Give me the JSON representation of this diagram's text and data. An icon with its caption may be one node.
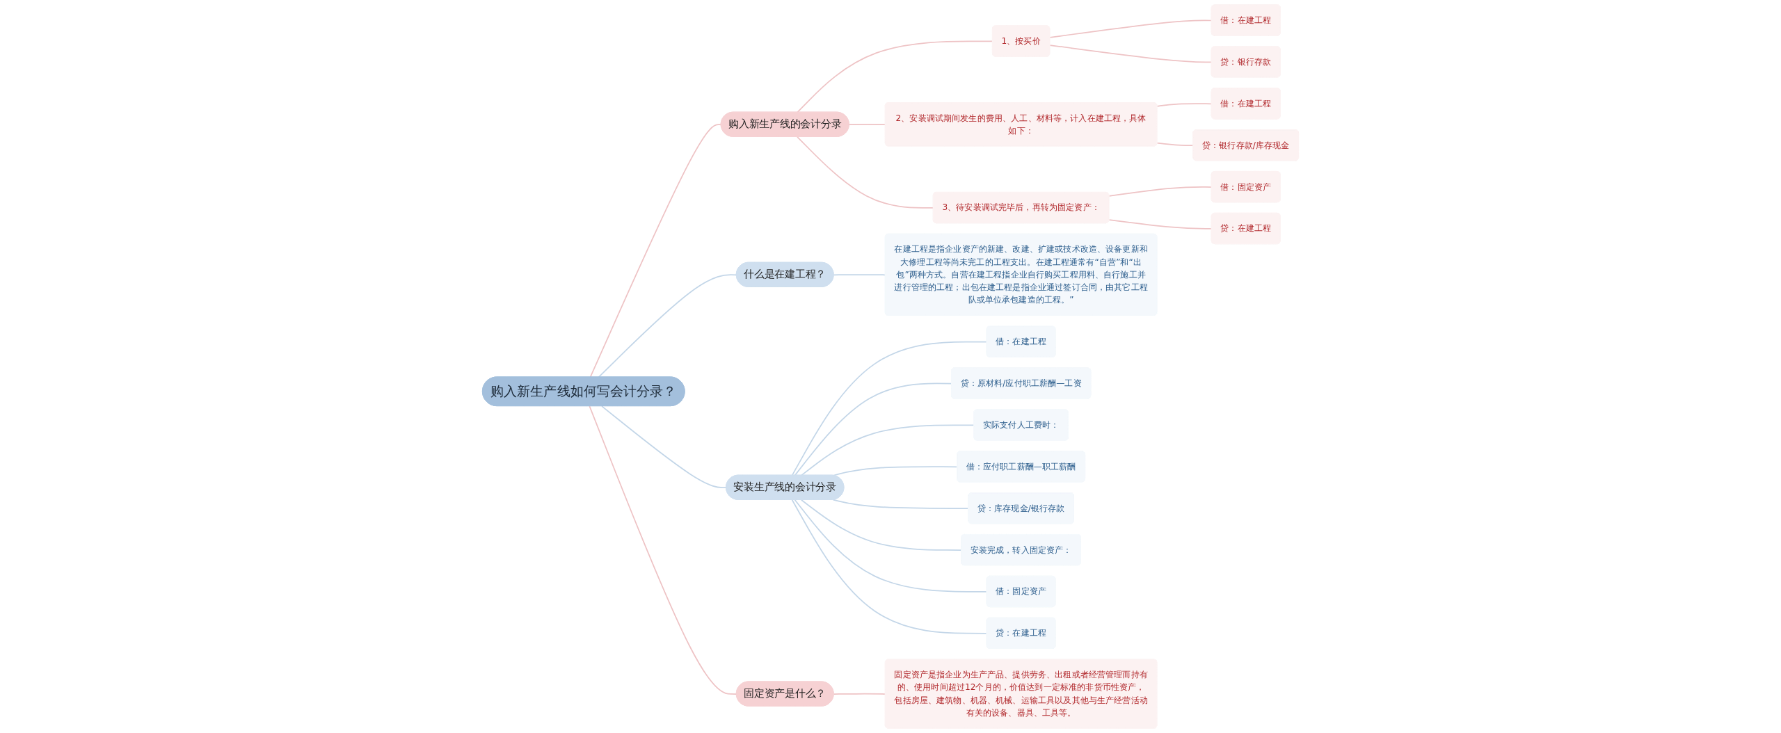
{
  "diagram": {
    "nodes": [
      {
        "text": [
          "购入新生产线如何写会计分录？"
        ]
      },
      {
        "text": [
          "购入新生产线的会计分录"
        ]
      },
      {
        "text": [
          "1、按买价"
        ]
      },
      {
        "text": [
          "借：在建工程"
        ]
      },
      {
        "text": [
          "贷：银行存款"
        ]
      },
      {
        "text": [
          "2、安装调试期间发生的费用、人工、材料等，计入在建工程，具体如下："
        ]
      },
      {
        "text": [
          "借：在建工程"
        ]
      },
      {
        "text": [
          "贷：银行存款/库存现金"
        ]
      },
      {
        "text": [
          "3、待安装调试完毕后，再转为固定资产："
        ]
      },
      {
        "text": [
          "借：固定资产"
        ]
      },
      {
        "text": [
          "贷：在建工程"
        ]
      },
      {
        "text": [
          "什么是在建工程？"
        ]
      },
      {
        "text": [
          "在建工程是指企业资产的新建、改建、扩建或技术改造、设备更新和大修理工程等尚未完工的工程支出。在建工程通常有“自营”和“出包”两种方式。自营在建工程指企业自行购买工程用料、自行施工并进行管理的工程；出包在建工程是指企业通过签订合同，由其它工程队或单位承包建造的工程。”"
        ]
      },
      {
        "text": [
          "安装生产线的会计分录"
        ]
      },
      {
        "text": [
          "借：在建工程"
        ]
      },
      {
        "text": [
          "贷：原材料/应付职工薪酬—工资"
        ]
      },
      {
        "text": [
          "实际支付人工费时："
        ]
      },
      {
        "text": [
          "借：应付职工薪酬—职工薪酬"
        ]
      },
      {
        "text": [
          "贷：库存现金/银行存款"
        ]
      },
      {
        "text": [
          "安装完成，转入固定资产："
        ]
      },
      {
        "text": [
          "借：固定资产"
        ]
      },
      {
        "text": [
          "贷：在建工程"
        ]
      },
      {
        "text": [
          "固定资产是什么？"
        ]
      },
      {
        "text": [
          "固定资产是指企业为生产产品、提供劳务、出租或者经营管理而持有的、使用时间超过12个月的，价值达到一定标准的非货币性资产，包括房屋、建筑物、机器、机械、运输工具以及其他与生产经营活动有关的设备、器具、工具等。"
        ]
      }
    ],
    "edges": [
      {
        "from": 0,
        "to": 1,
        "arrow": "none"
      },
      {
        "from": 1,
        "to": 2,
        "arrow": "none"
      },
      {
        "from": 2,
        "to": 3,
        "arrow": "none"
      },
      {
        "from": 2,
        "to": 4,
        "arrow": "none"
      },
      {
        "from": 1,
        "to": 5,
        "arrow": "none"
      },
      {
        "from": 5,
        "to": 6,
        "arrow": "none"
      },
      {
        "from": 5,
        "to": 7,
        "arrow": "none"
      },
      {
        "from": 1,
        "to": 8,
        "arrow": "none"
      },
      {
        "from": 8,
        "to": 9,
        "arrow": "none"
      },
      {
        "from": 8,
        "to": 10,
        "arrow": "none"
      },
      {
        "from": 0,
        "to": 11,
        "arrow": "none",
        "color": "#c3d6e8"
      },
      {
        "from": 11,
        "to": 12,
        "arrow": "none",
        "color": "#c3d6e8"
      },
      {
        "from": 0,
        "to": 13,
        "arrow": "none",
        "color": "#c3d6e8"
      },
      {
        "from": 13,
        "to": 14,
        "arrow": "none",
        "color": "#c3d6e8"
      },
      {
        "from": 13,
        "to": 15,
        "arrow": "none",
        "color": "#c3d6e8"
      },
      {
        "from": 13,
        "to": 16,
        "arrow": "none",
        "color": "#c3d6e8"
      },
      {
        "from": 13,
        "to": 17,
        "arrow": "none",
        "color": "#c3d6e8"
      },
      {
        "from": 13,
        "to": 18,
        "arrow": "none",
        "color": "#c3d6e8"
      },
      {
        "from": 13,
        "to": 19,
        "arrow": "none",
        "color": "#c3d6e8"
      },
      {
        "from": 13,
        "to": 20,
        "arrow": "none",
        "color": "#c3d6e8"
      },
      {
        "from": 13,
        "to": 21,
        "arrow": "none",
        "color": "#c3d6e8"
      },
      {
        "from": 0,
        "to": 22,
        "arrow": "none"
      },
      {
        "from": 22,
        "to": 23,
        "arrow": "none"
      }
    ]
  }
}
